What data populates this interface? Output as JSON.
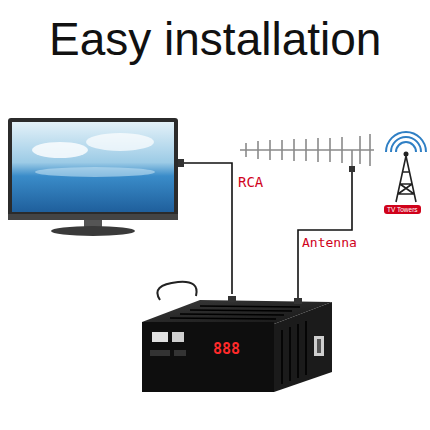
{
  "diagram": {
    "title": "Easy installation",
    "labels": [
      "RCA",
      "Antenna",
      "TV Towers",
      "888"
    ]
  }
}
